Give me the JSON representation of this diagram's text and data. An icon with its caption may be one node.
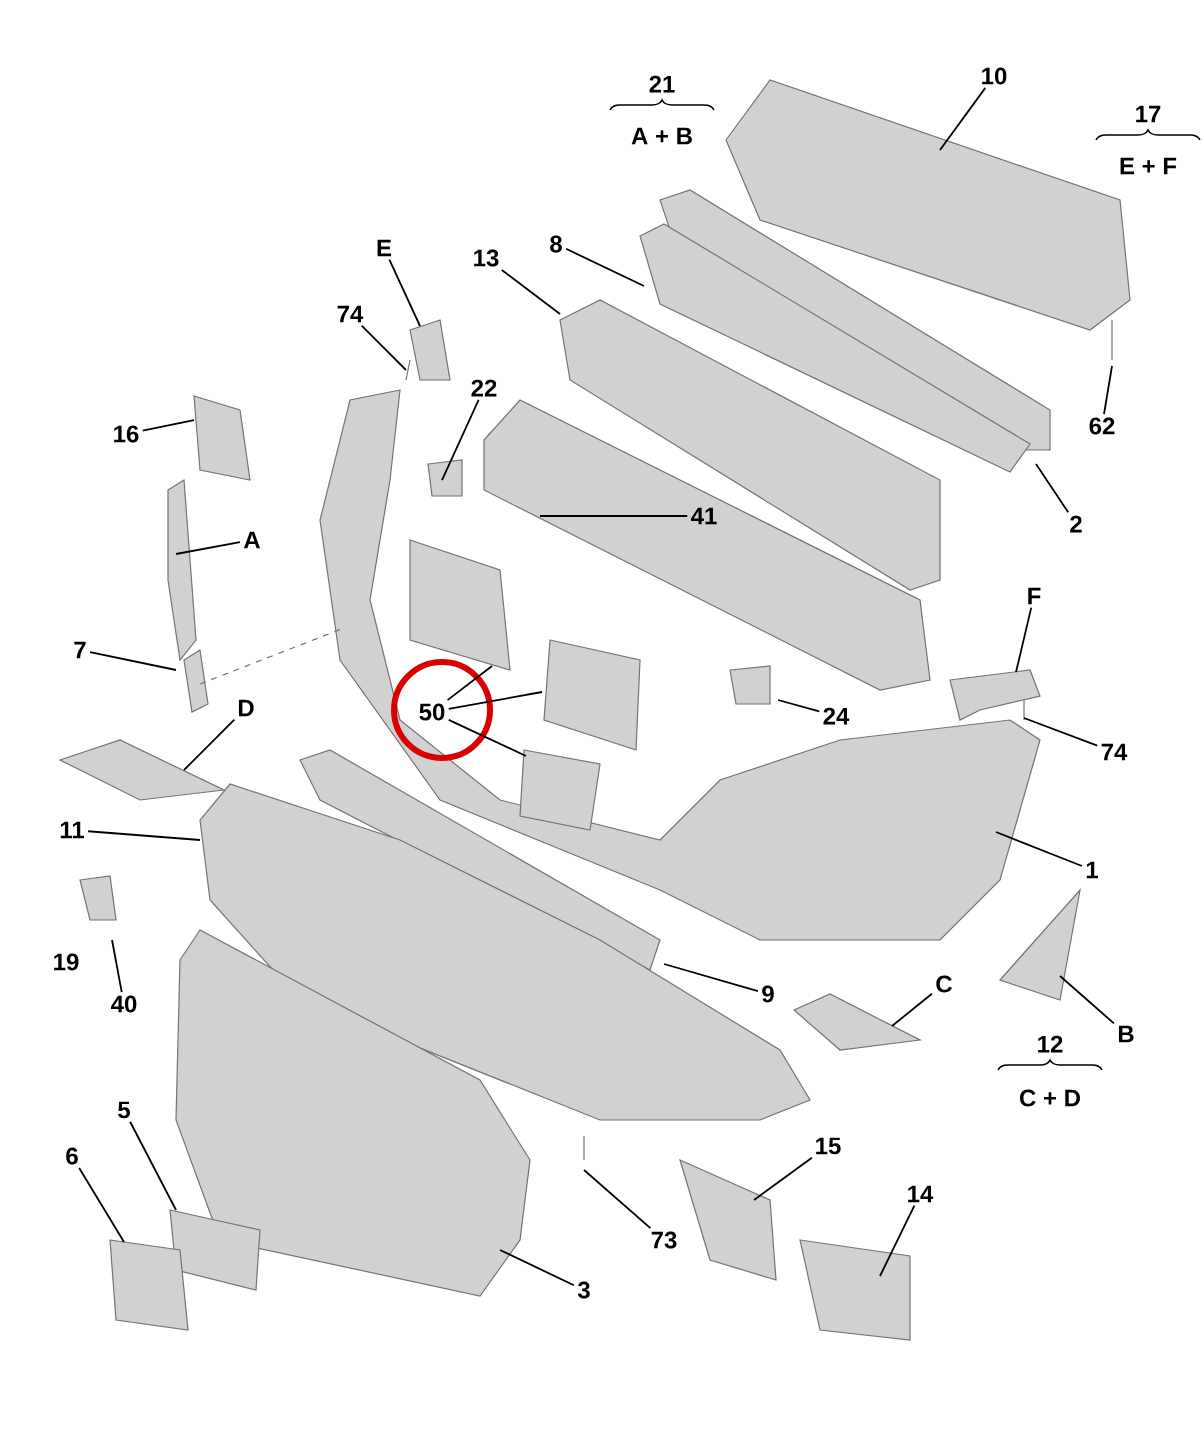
{
  "diagram": {
    "nodes": [
      {
        "text": [
          "10"
        ]
      },
      {
        "text": [
          "8"
        ]
      },
      {
        "text": [
          "13"
        ]
      },
      {
        "text": [
          "E"
        ]
      },
      {
        "text": [
          "74"
        ]
      },
      {
        "text": [
          "22"
        ]
      },
      {
        "text": [
          "62"
        ]
      },
      {
        "text": [
          "16"
        ]
      },
      {
        "text": [
          "41"
        ]
      },
      {
        "text": [
          "2"
        ]
      },
      {
        "text": [
          "A"
        ]
      },
      {
        "text": [
          "F"
        ]
      },
      {
        "text": [
          "7"
        ]
      },
      {
        "text": [
          "D"
        ]
      },
      {
        "text": [
          "50"
        ]
      },
      {
        "text": [
          "24"
        ]
      },
      {
        "text": [
          "74"
        ]
      },
      {
        "text": [
          "11"
        ]
      },
      {
        "text": [
          "1"
        ]
      },
      {
        "text": [
          "C"
        ]
      },
      {
        "text": [
          "9"
        ]
      },
      {
        "text": [
          "40"
        ]
      },
      {
        "text": [
          "B"
        ]
      },
      {
        "text": [
          "5"
        ]
      },
      {
        "text": [
          "15"
        ]
      },
      {
        "text": [
          "6"
        ]
      },
      {
        "text": [
          "14"
        ]
      },
      {
        "text": [
          "73"
        ]
      },
      {
        "text": [
          "3"
        ]
      }
    ],
    "edges": [
      {
        "from": 0,
        "to": null,
        "arrow": "none"
      },
      {
        "from": 1,
        "to": null,
        "arrow": "none"
      },
      {
        "from": 2,
        "to": null,
        "arrow": "none"
      },
      {
        "from": 3,
        "to": null,
        "arrow": "none"
      },
      {
        "from": 4,
        "to": null,
        "arrow": "none"
      },
      {
        "from": 5,
        "to": null,
        "arrow": "none"
      },
      {
        "from": 6,
        "to": null,
        "arrow": "none"
      },
      {
        "from": 7,
        "to": null,
        "arrow": "none"
      },
      {
        "from": 8,
        "to": null,
        "arrow": "none"
      },
      {
        "from": 9,
        "to": null,
        "arrow": "none"
      },
      {
        "from": 10,
        "to": null,
        "arrow": "none"
      },
      {
        "from": 11,
        "to": null,
        "arrow": "none"
      },
      {
        "from": 12,
        "to": null,
        "arrow": "none"
      },
      {
        "from": 13,
        "to": null,
        "arrow": "none"
      },
      {
        "from": 14,
        "to": null,
        "arrow": "none"
      },
      {
        "from": 14,
        "to": null,
        "arrow": "none"
      },
      {
        "from": 14,
        "to": null,
        "arrow": "none"
      },
      {
        "from": 15,
        "to": null,
        "arrow": "none"
      },
      {
        "from": 16,
        "to": null,
        "arrow": "none"
      },
      {
        "from": 17,
        "to": null,
        "arrow": "none"
      },
      {
        "from": 18,
        "to": null,
        "arrow": "none"
      },
      {
        "from": 19,
        "to": null,
        "arrow": "none"
      },
      {
        "from": 20,
        "to": null,
        "arrow": "none"
      },
      {
        "from": 21,
        "to": null,
        "arrow": "none"
      },
      {
        "from": 22,
        "to": null,
        "arrow": "none"
      },
      {
        "from": 23,
        "to": null,
        "arrow": "none"
      },
      {
        "from": 24,
        "to": null,
        "arrow": "none"
      },
      {
        "from": 25,
        "to": null,
        "arrow": "none"
      },
      {
        "from": 26,
        "to": null,
        "arrow": "none"
      },
      {
        "from": 27,
        "to": null,
        "arrow": "none"
      },
      {
        "from": 28,
        "to": null,
        "arrow": "none"
      }
    ],
    "labels": [
      "21",
      "A + B",
      "17",
      "E + F",
      "19",
      "12",
      "C + D"
    ]
  }
}
